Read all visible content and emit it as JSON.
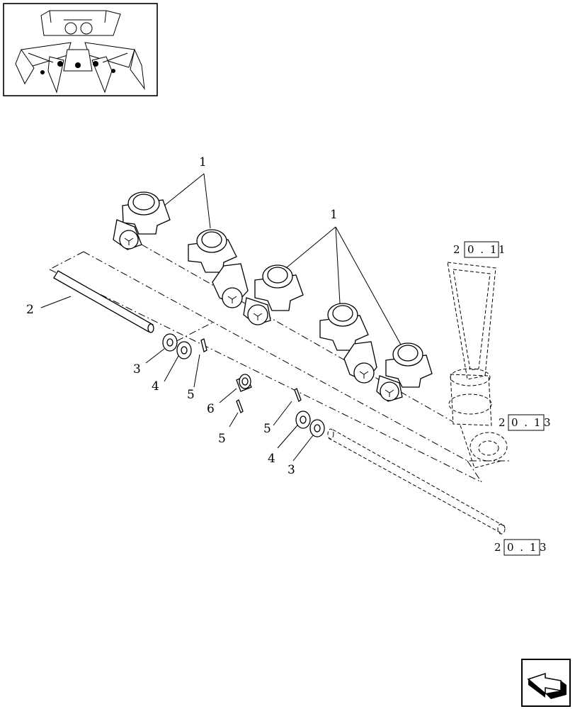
{
  "callouts": {
    "c1a": "1",
    "c1b": "1",
    "c2": "2",
    "c3a": "3",
    "c3b": "3",
    "c4a": "4",
    "c4b": "4",
    "c5a": "5",
    "c5b": "5",
    "c5c": "5",
    "c6": "6"
  },
  "refs": {
    "r1_prefix": "2",
    "r1_box": "0 . 1",
    "r1_suffix": "1",
    "r2_prefix": "2",
    "r2_box": "0 . 1",
    "r2_suffix": "3",
    "r3_prefix": "2",
    "r3_box": "0 . 1",
    "r3_suffix": "3"
  },
  "icons": {
    "thumbnail": "machine-header-thumbnail",
    "nav": "page-return-arrow-icon"
  }
}
